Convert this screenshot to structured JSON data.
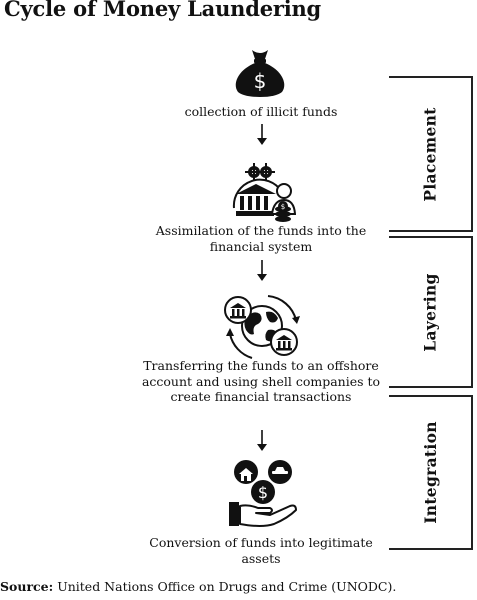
{
  "title": "Cycle of Money Laundering",
  "steps": [
    {
      "text": "collection of illicit funds",
      "icon": "money-bag-icon"
    },
    {
      "text": "Assimilation of the funds into the financial system",
      "icon": "bank-gears-icon"
    },
    {
      "text": "Transferring the funds to an offshore account and using shell companies to create financial transactions",
      "icon": "globe-transfer-icon"
    },
    {
      "text": "Conversion of funds into legitimate assets",
      "icon": "hand-assets-icon"
    }
  ],
  "stages": [
    {
      "label": "Placement"
    },
    {
      "label": "Layering"
    },
    {
      "label": "Integration"
    }
  ],
  "source": {
    "prefix": "Source:",
    "text": "United Nations Office on Drugs and Crime (UNODC)."
  }
}
